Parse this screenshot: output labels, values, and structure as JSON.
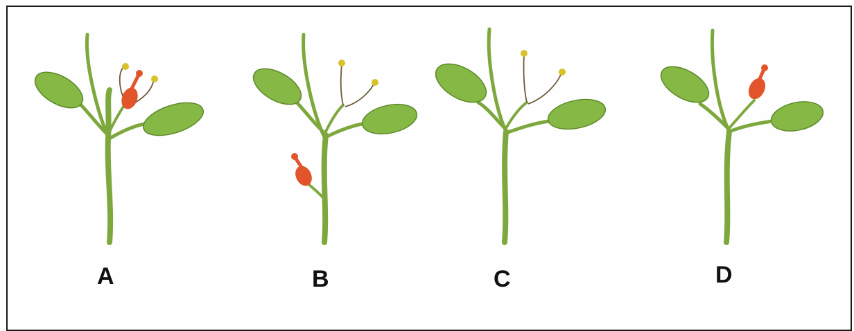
{
  "figure": {
    "panels": [
      {
        "label": "A",
        "stamens": true,
        "pistil": "center"
      },
      {
        "label": "B",
        "stamens": true,
        "pistil": "side-branch"
      },
      {
        "label": "C",
        "stamens": true,
        "pistil": "none"
      },
      {
        "label": "D",
        "stamens": false,
        "pistil": "center"
      }
    ],
    "colors": {
      "stem": "#7ea83e",
      "leaf": "#86b846",
      "pistil": "#e2542a",
      "anther": "#d8c12a",
      "filament": "#6b5a3a"
    }
  }
}
